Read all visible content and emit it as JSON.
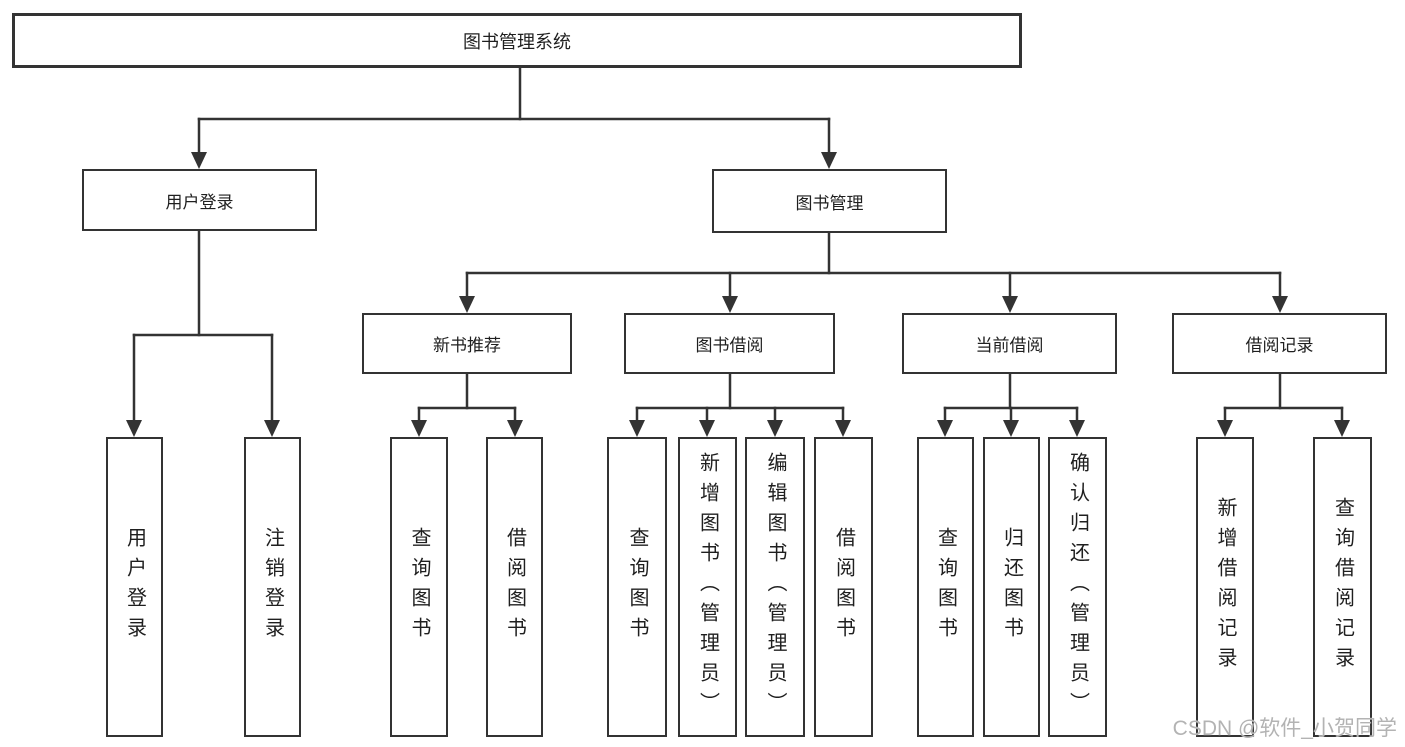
{
  "diagram": {
    "tree": {
      "label": "图书管理系统",
      "children": [
        {
          "label": "用户登录",
          "children": [
            {
              "label": "用户登录"
            },
            {
              "label": "注销登录"
            }
          ]
        },
        {
          "label": "图书管理",
          "children": [
            {
              "label": "新书推荐",
              "children": [
                {
                  "label": "查询图书"
                },
                {
                  "label": "借阅图书"
                }
              ]
            },
            {
              "label": "图书借阅",
              "children": [
                {
                  "label": "查询图书"
                },
                {
                  "label": "新增图书（管理员）"
                },
                {
                  "label": "编辑图书（管理员）"
                },
                {
                  "label": "借阅图书"
                }
              ]
            },
            {
              "label": "当前借阅",
              "children": [
                {
                  "label": "查询图书"
                },
                {
                  "label": "归还图书"
                },
                {
                  "label": "确认归还（管理员）"
                }
              ]
            },
            {
              "label": "借阅记录",
              "children": [
                {
                  "label": "新增借阅记录"
                },
                {
                  "label": "查询借阅记录"
                }
              ]
            }
          ]
        }
      ]
    }
  },
  "watermark": {
    "text": "CSDN @软件_小贺同学"
  },
  "colors": {
    "line": "#333333",
    "text": "#1f1f1f",
    "background": "#ffffff",
    "watermark": "#b3b3b3"
  }
}
